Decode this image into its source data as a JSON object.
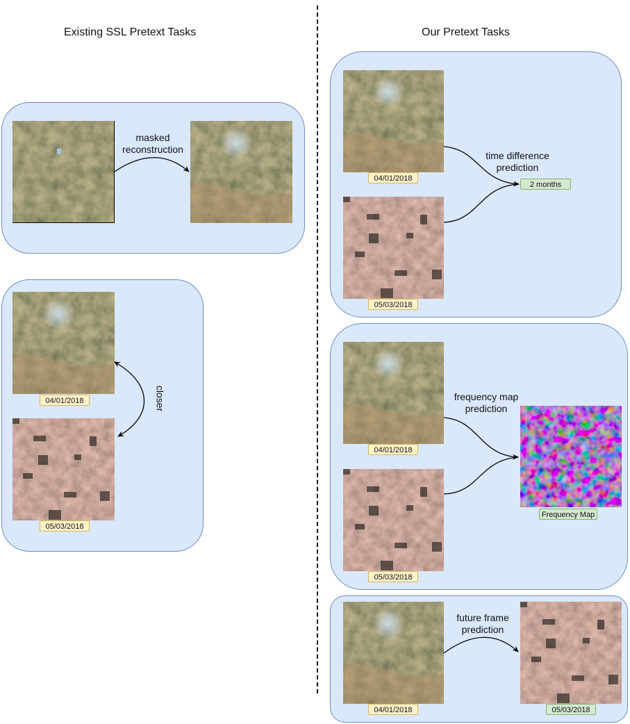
{
  "headings": {
    "existing": "Existing SSL Pretext Tasks",
    "ours": "Our Pretext Tasks"
  },
  "existing": {
    "masked_label_line1": "masked",
    "masked_label_line2": "reconstruction",
    "closer_label": "closer",
    "date1": "04/01/2018",
    "date2": "05/03/2018"
  },
  "ours": {
    "time_diff": {
      "label_line1": "time difference",
      "label_line2": "prediction",
      "date1": "04/01/2018",
      "date2": "05/03/2018",
      "output": "2 months"
    },
    "freq_map": {
      "label_line1": "frequency map",
      "label_line2": "prediction",
      "date1": "04/01/2018",
      "date2": "05/03/2018",
      "output": "Frequency Map"
    },
    "future_frame": {
      "label_line1": "future frame",
      "label_line2": "prediction",
      "date1": "04/01/2018",
      "output": "05/03/2018"
    }
  },
  "colors": {
    "panel_fill": "#dae8fc",
    "panel_border": "#6c8ebf",
    "date_tag_fill": "#fff2cc",
    "date_tag_border": "#d6b656",
    "output_tag_fill": "#d5e8d4",
    "output_tag_border": "#82b366"
  }
}
